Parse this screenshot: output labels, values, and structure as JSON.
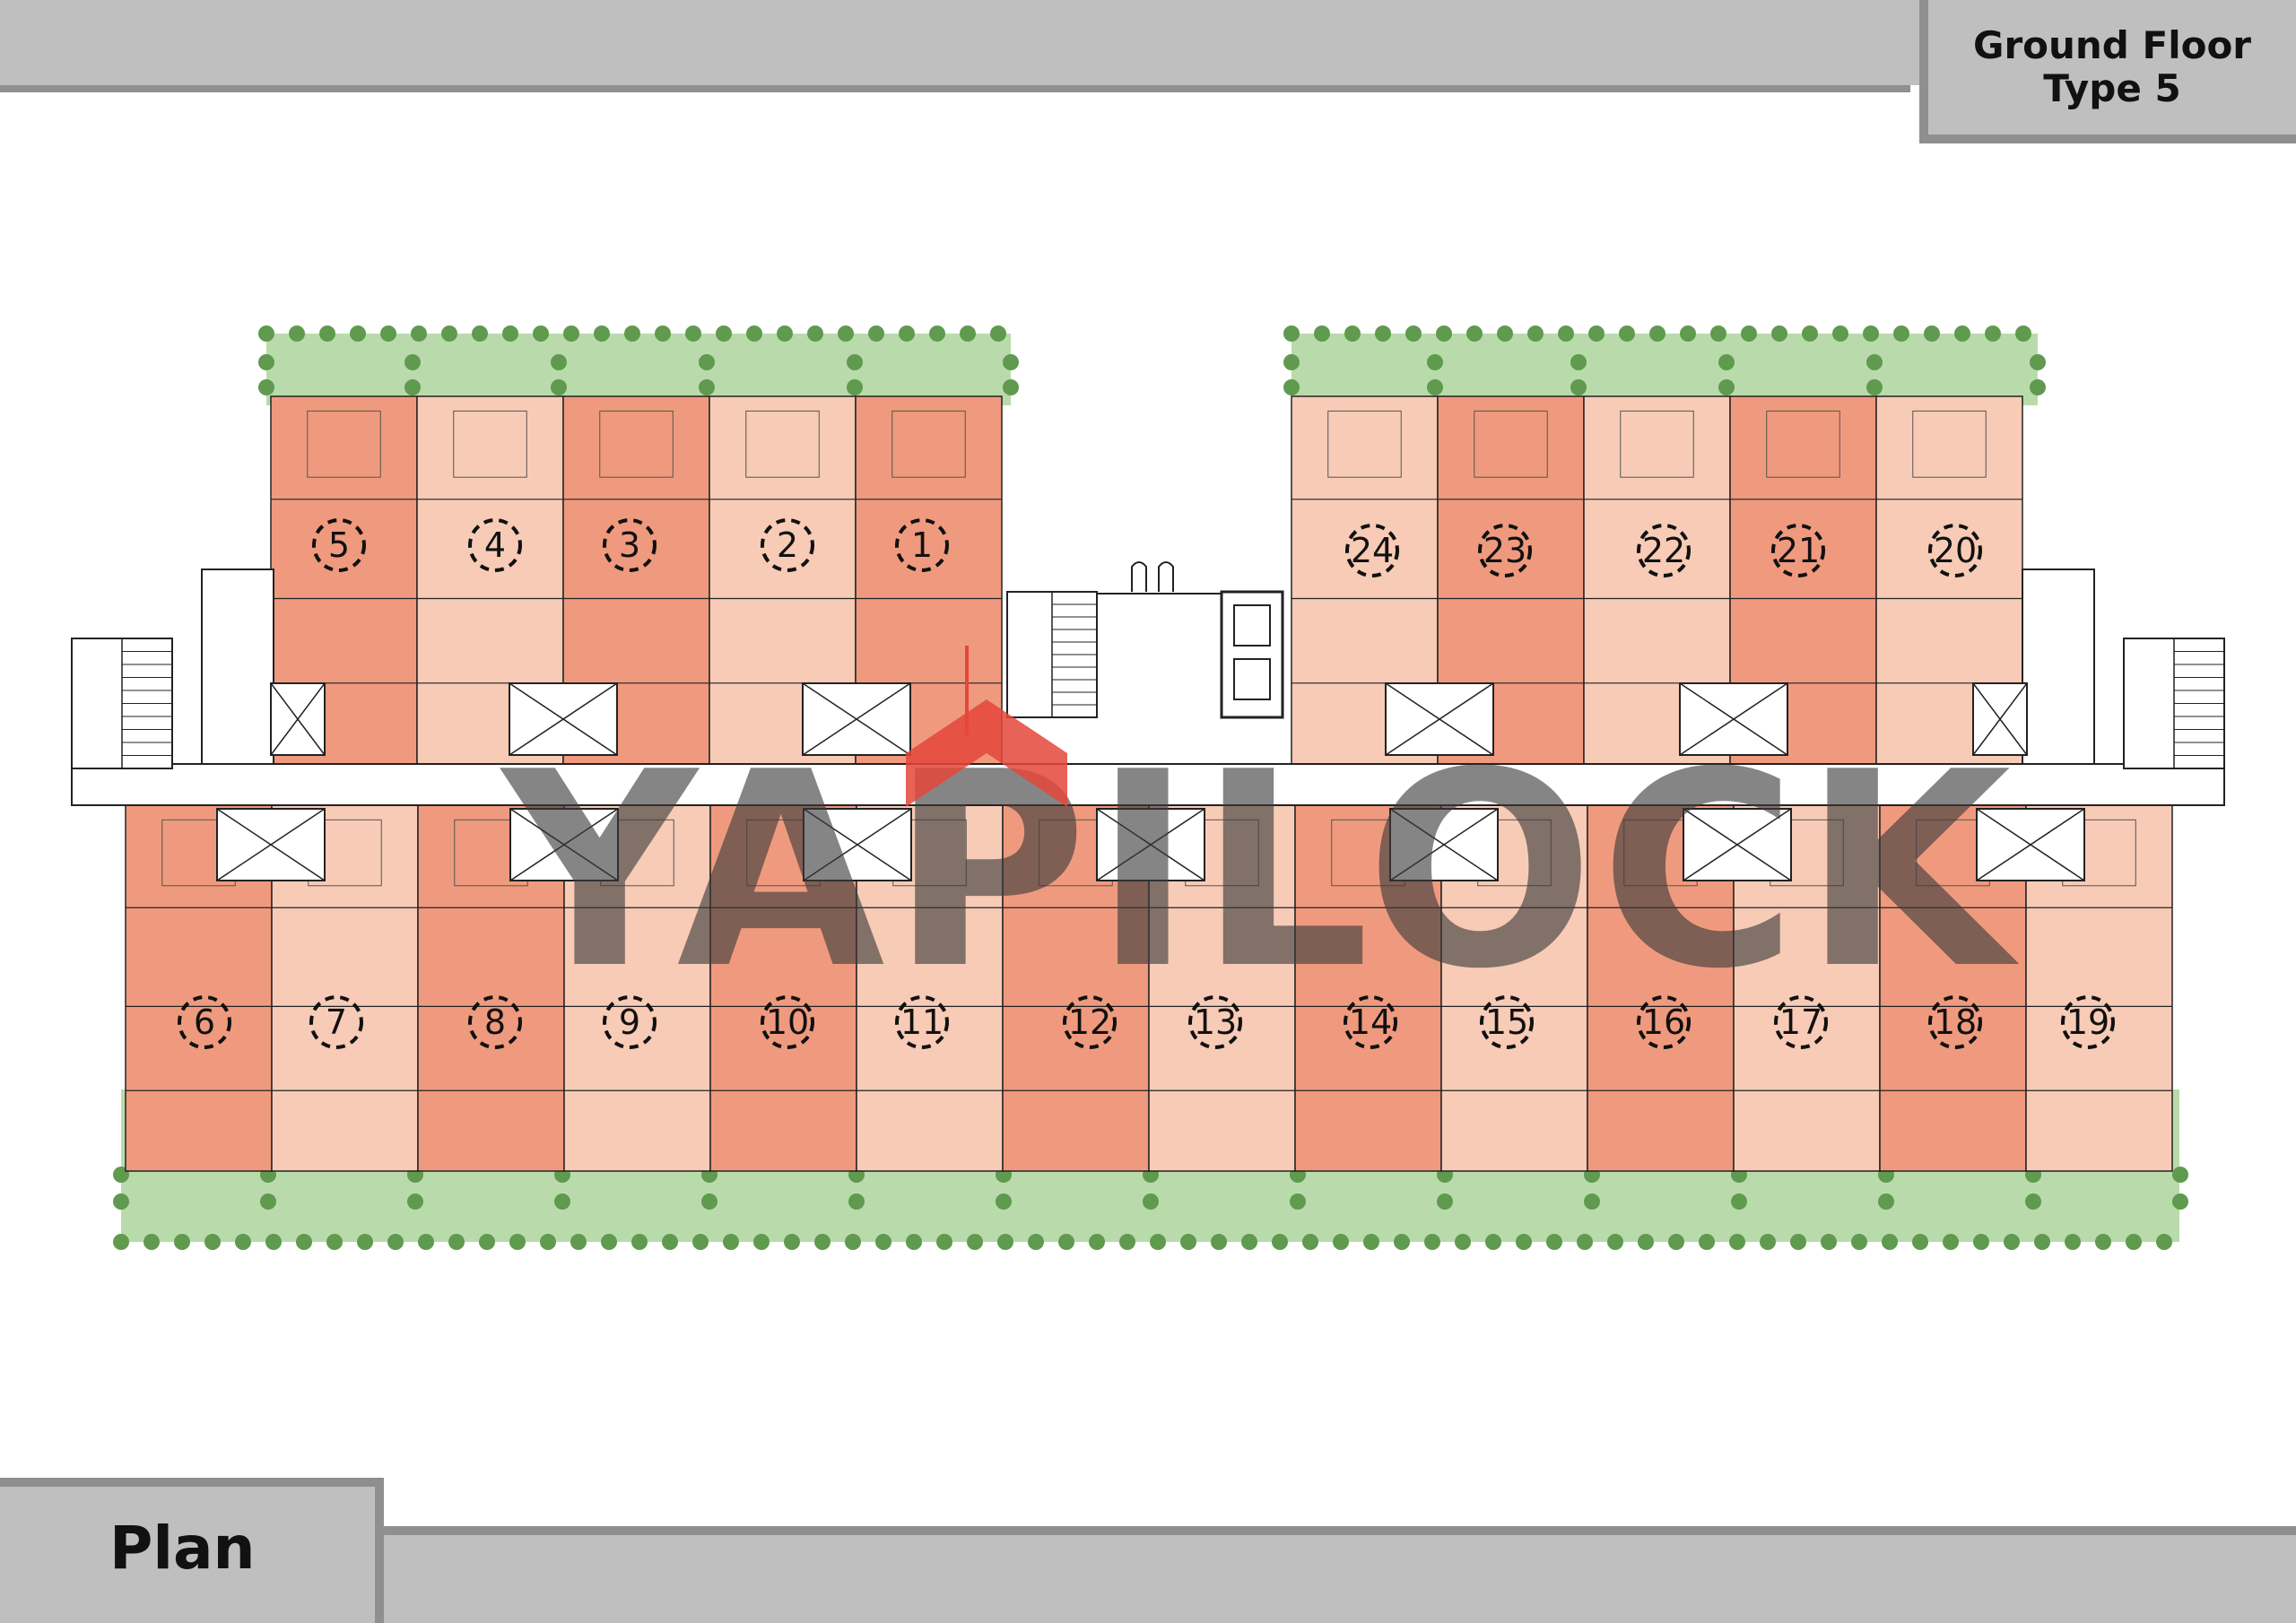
{
  "header": {
    "line1": "Ground Floor",
    "line2": "Type 5"
  },
  "footer": {
    "label": "Plan"
  },
  "watermark": {
    "text": "YAPILOCK",
    "color": "#3a3a3a",
    "accent": "#e4473a"
  },
  "colors": {
    "unit_dark": "#ef9a7e",
    "unit_light": "#f7cbb6",
    "garden": "#b9dbab",
    "tree": "#5f9a4f",
    "wall": "#222222",
    "background": "#ffffff",
    "band": "#c0bfc0",
    "band_edge": "#8f8f8f"
  },
  "units": {
    "top_left": [
      "5",
      "4",
      "3",
      "2",
      "1"
    ],
    "top_right": [
      "24",
      "23",
      "22",
      "21",
      "20"
    ],
    "bottom": [
      "6",
      "7",
      "8",
      "9",
      "10",
      "11",
      "12",
      "13",
      "14",
      "15",
      "16",
      "17",
      "18",
      "19"
    ]
  }
}
